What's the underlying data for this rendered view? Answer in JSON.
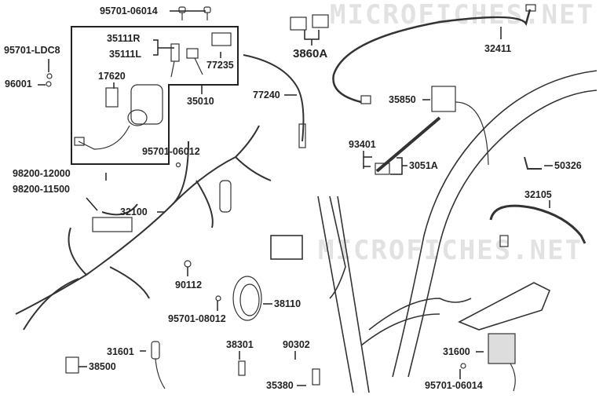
{
  "watermark": [
    "MICROFICHES.NET",
    "MICROFICHES.NET"
  ],
  "parts": {
    "p95701_06014_top": "95701-06014",
    "p95701_LDC8": "95701-LDC8",
    "p96001": "96001",
    "p35111R": "35111R",
    "p35111L": "35111L",
    "p77235": "77235",
    "p17620": "17620",
    "p35010": "35010",
    "p3860A": "3860A",
    "p32411": "32411",
    "p77240": "77240",
    "p35850": "35850",
    "p93401": "93401",
    "p3051A": "3051A",
    "p50326": "50326",
    "p95701_06012": "95701-06012",
    "p98200_12000": "98200-12000",
    "p98200_11500": "98200-11500",
    "p32100": "32100",
    "p32105": "32105",
    "p90112": "90112",
    "p38110": "38110",
    "p95701_08012": "95701-08012",
    "p31601": "31601",
    "p38500": "38500",
    "p38301": "38301",
    "p90302": "90302",
    "p35380": "35380",
    "p31600": "31600",
    "p95701_06014_bottom": "95701-06014"
  }
}
